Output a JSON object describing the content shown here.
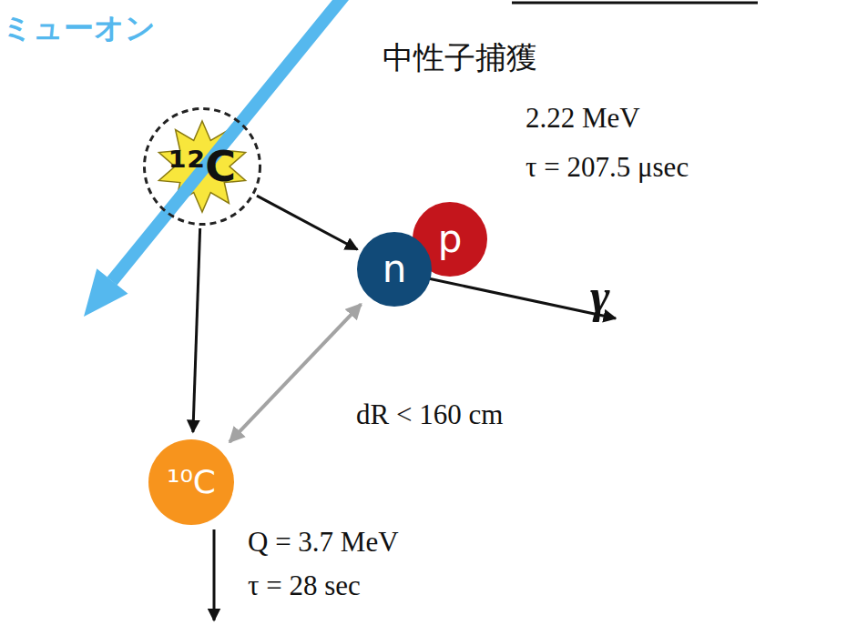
{
  "diagram": {
    "nodes": [
      {
        "text": [
          "¹²C"
        ]
      },
      {
        "text": [
          "p"
        ]
      },
      {
        "text": [
          "n"
        ]
      },
      {
        "text": [
          "¹⁰C"
        ]
      }
    ],
    "edges": [
      {
        "from": 0,
        "to": 2,
        "arrow": "to"
      },
      {
        "from": 0,
        "to": 3,
        "arrow": "to"
      },
      {
        "from": 2,
        "to": 3,
        "label": "dR < 160 cm",
        "arrow": "both"
      }
    ],
    "labels": [
      "ミューオン",
      "中性子捕獲",
      "2.22 MeV",
      "τ = 207.5 μsec",
      "γ",
      "Q = 3.7 MeV",
      "τ = 28 sec"
    ]
  }
}
